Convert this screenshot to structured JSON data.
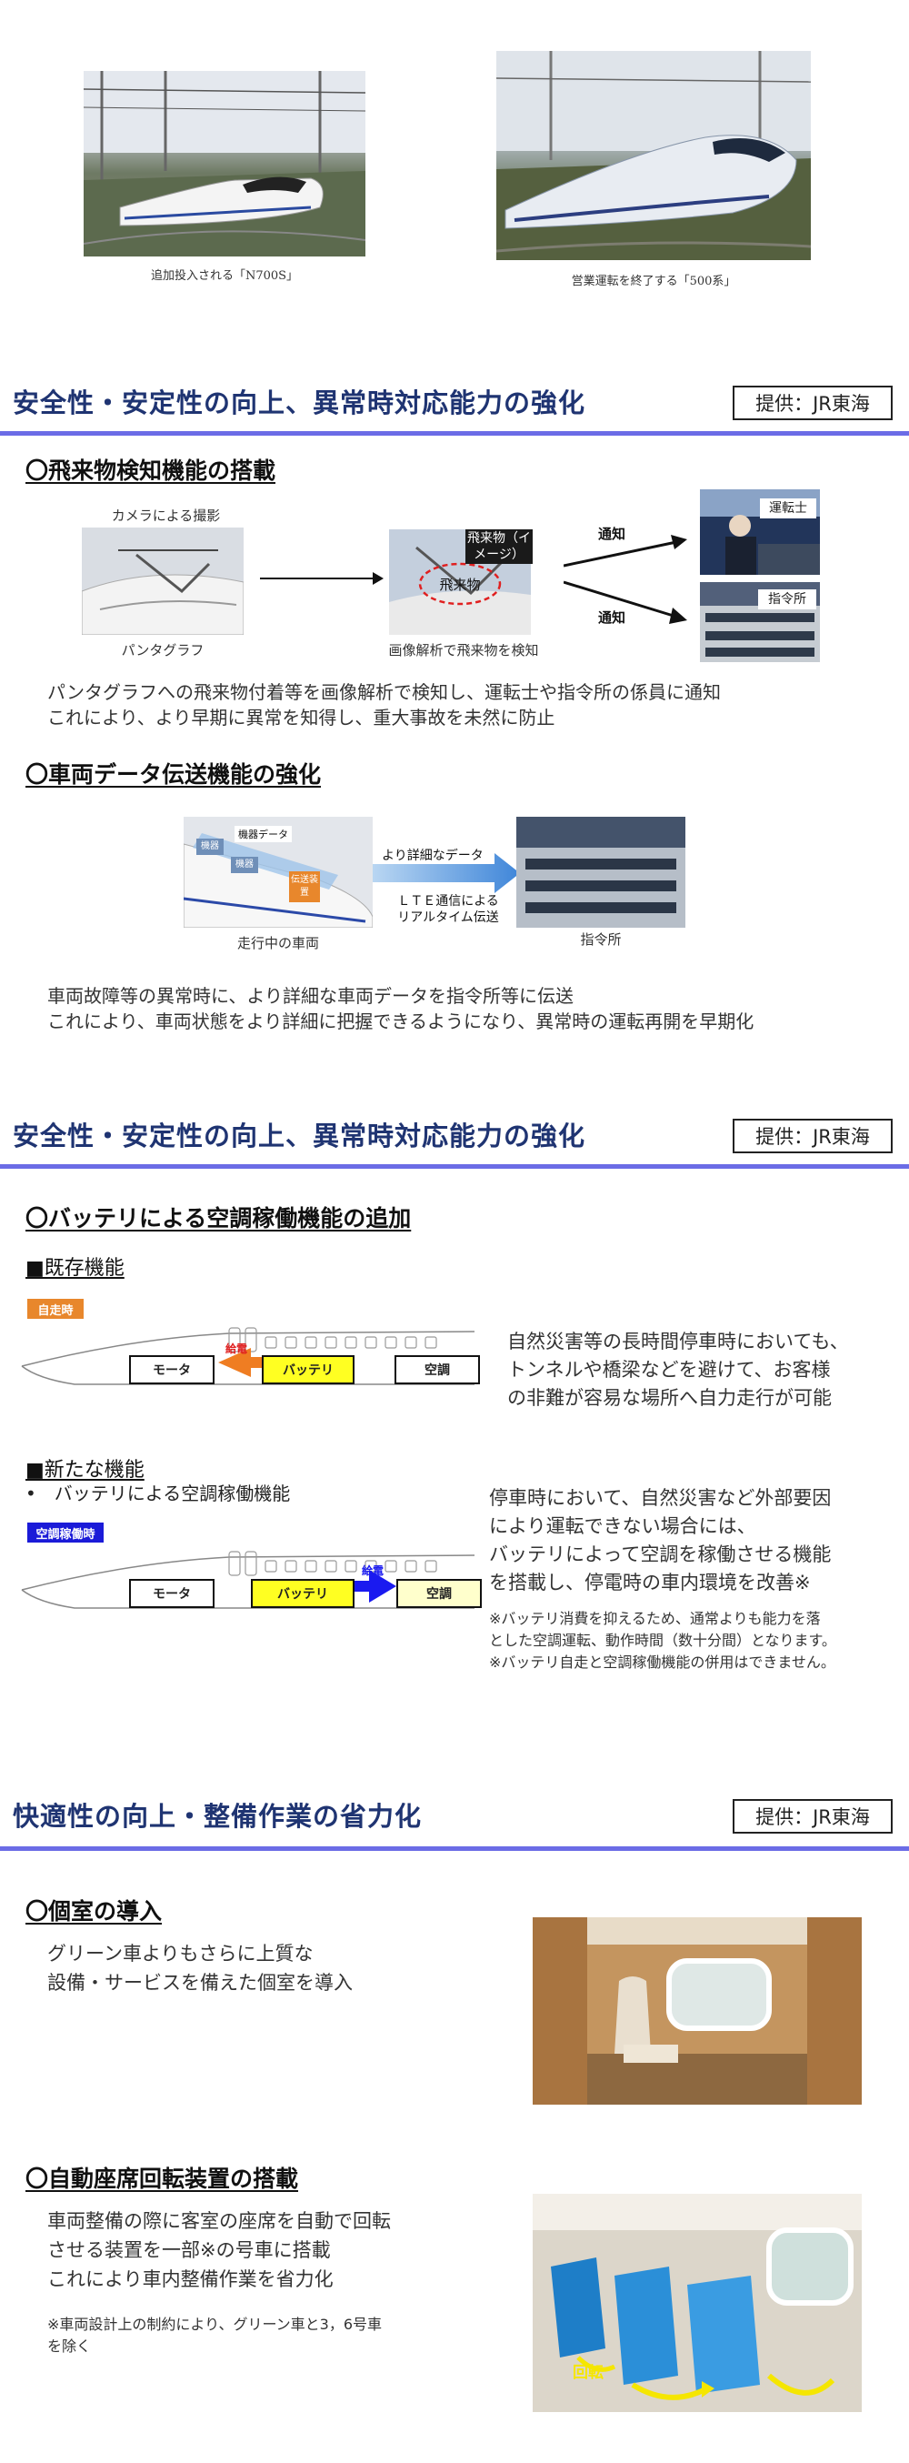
{
  "top": {
    "left_caption": "追加投入される「N700S」",
    "right_caption": "営業運転を終了する「500系」"
  },
  "section1": {
    "title": "安全性・安定性の向上、異常時対応能力の強化",
    "provider": "提供：JR東海",
    "sub1": {
      "title": "〇飛来物検知機能の搭載",
      "camera_label": "カメラによる撮影",
      "pantograph_label": "パンタグラフ",
      "object_tag": "飛来物（イメージ）",
      "object_circle": "飛来物",
      "analysis_label": "画像解析で飛来物を検知",
      "notify_1": "通知",
      "notify_2": "通知",
      "driver_label": "運転士",
      "control_label": "指令所",
      "text_1": "パンタグラフへの飛来物付着等を画像解析で検知し、運転士や指令所の係員に通知",
      "text_2": "これにより、より早期に異常を知得し、重大事故を未然に防止"
    },
    "sub2": {
      "title": "〇車両データ伝送機能の強化",
      "device_data": "機器データ",
      "device_a": "機器",
      "device_b": "機器",
      "transmitter": "伝送装置",
      "detailed_data": "より詳細なデータ",
      "lte": "ＬＴＥ通信による\nリアルタイム伝送",
      "vehicle_label": "走行中の車両",
      "control_label": "指令所",
      "text_1": "車両故障等の異常時に、より詳細な車両データを指令所等に伝送",
      "text_2": "これにより、車両状態をより詳細に把握できるようになり、異常時の運転再開を早期化"
    }
  },
  "section2": {
    "title": "安全性・安定性の向上、異常時対応能力の強化",
    "provider": "提供：JR東海",
    "sub_title": "〇バッテリによる空調稼働機能の追加",
    "existing": {
      "heading": "■既存機能",
      "badge": "自走時",
      "motor": "モータ",
      "battery": "バッテリ",
      "ac": "空調",
      "feed": "給電",
      "desc": "自然災害等の長時間停車時においても、\nトンネルや橋梁などを避けて、お客様\nの非難が容易な場所へ自力走行が可能"
    },
    "new": {
      "heading": "■新たな機能",
      "bullet": "•　バッテリによる空調稼働機能",
      "badge": "空調稼働時",
      "motor": "モータ",
      "battery": "バッテリ",
      "ac": "空調",
      "feed": "給電",
      "desc": "停車時において、自然災害など外部要因\nにより運転できない場合には、\nバッテリによって空調を稼働させる機能\nを搭載し、停電時の車内環境を改善※",
      "note_1": "※バッテリ消費を抑えるため、通常よりも能力を落\nとした空調運転、動作時間（数十分間）となります。",
      "note_2": "※バッテリ自走と空調稼働機能の併用はできません。"
    }
  },
  "section3": {
    "title": "快適性の向上・整備作業の省力化",
    "provider": "提供：JR東海",
    "sub1": {
      "title": "〇個室の導入",
      "text": "グリーン車よりもさらに上質な\n設備・サービスを備えた個室を導入"
    },
    "sub2": {
      "title": "〇自動座席回転装置の搭載",
      "text": "車両整備の際に客室の座席を自動で回転\nさせる装置を一部※の号車に搭載\nこれにより車内整備作業を省力化",
      "note": "※車両設計上の制約により、グリーン車と3，6号車\nを除く",
      "rotate_label": "回転"
    }
  }
}
